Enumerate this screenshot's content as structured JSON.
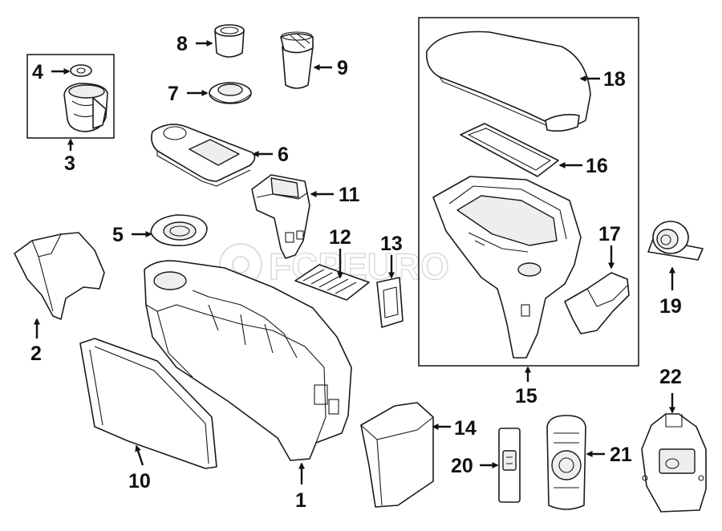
{
  "diagram": {
    "watermark": "FCPEURO",
    "callouts": {
      "c1": "1",
      "c2": "2",
      "c3": "3",
      "c4": "4",
      "c5": "5",
      "c6": "6",
      "c7": "7",
      "c8": "8",
      "c9": "9",
      "c10": "10",
      "c11": "11",
      "c12": "12",
      "c13": "13",
      "c14": "14",
      "c15": "15",
      "c16": "16",
      "c17": "17",
      "c18": "18",
      "c19": "19",
      "c20": "20",
      "c21": "21",
      "c22": "22"
    }
  }
}
